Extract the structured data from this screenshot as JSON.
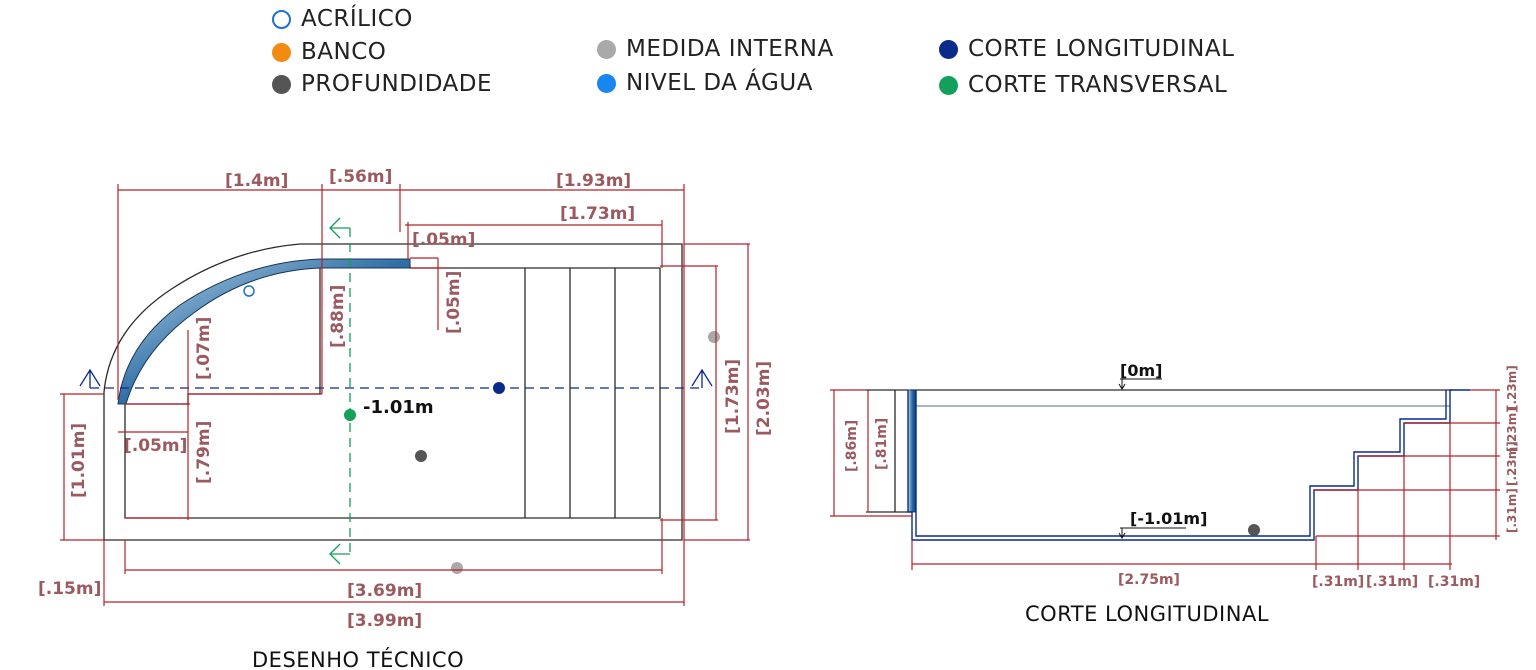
{
  "legend": [
    {
      "label": "ACRÍLICO",
      "color": "#1f6fd1",
      "style": "ring"
    },
    {
      "label": "BANCO",
      "color": "#f38a12",
      "style": "fill"
    },
    {
      "label": "PROFUNDIDADE",
      "color": "#555555",
      "style": "fill"
    },
    {
      "label": "MEDIDA INTERNA",
      "color": "#a9a9a9",
      "style": "fill"
    },
    {
      "label": "NIVEL DA ÁGUA",
      "color": "#1a86f0",
      "style": "fill"
    },
    {
      "label": "CORTE LONGITUDINAL",
      "color": "#0a2a8c",
      "style": "fill"
    },
    {
      "label": "CORTE TRANSVERSAL",
      "color": "#12a05a",
      "style": "fill"
    }
  ],
  "plan": {
    "caption": "DESENHO TÉCNICO",
    "depth_label": "-1.01m",
    "dims": {
      "top_left_width": "[1.4m]",
      "top_mid_width": "[.56m]",
      "top_right_width": "[1.93m]",
      "inner_right_width": "[1.73m]",
      "step_gap": "[.05m]",
      "step_gap_vertical": "[.05m]",
      "seat_depth": "[.88m]",
      "seat_height": "[.07m]",
      "bench_width": "[.05m]",
      "bench_height": "[.79m]",
      "left_height": "[1.01m]",
      "right_inner_height": "[1.73m]",
      "right_outer_height": "[2.03m]",
      "wall": "[.15m]",
      "inner_length": "[3.69m]",
      "outer_length": "[3.99m]"
    }
  },
  "section": {
    "caption": "CORTE LONGITUDINAL",
    "top_level": "[0m]",
    "bottom_level": "[-1.01m]",
    "dims": {
      "outer_depth": "[.86m]",
      "inner_depth": "[.81m]",
      "floor_length": "[2.75m]",
      "tread_1": "[.31m]",
      "tread_2": "[.31m]",
      "tread_3": "[.31m]",
      "riser_1": "[.23m]",
      "riser_2": "[.23m]",
      "riser_3": "[.23m]",
      "riser_4": "[.31m]"
    }
  },
  "colors": {
    "dimension_line": "#b3232a",
    "dimension_text": "#9b5a5f",
    "section_line": "#0a2a8c",
    "transverse_line": "#12a05a",
    "acrylic_blue": "#2f6fa6"
  }
}
